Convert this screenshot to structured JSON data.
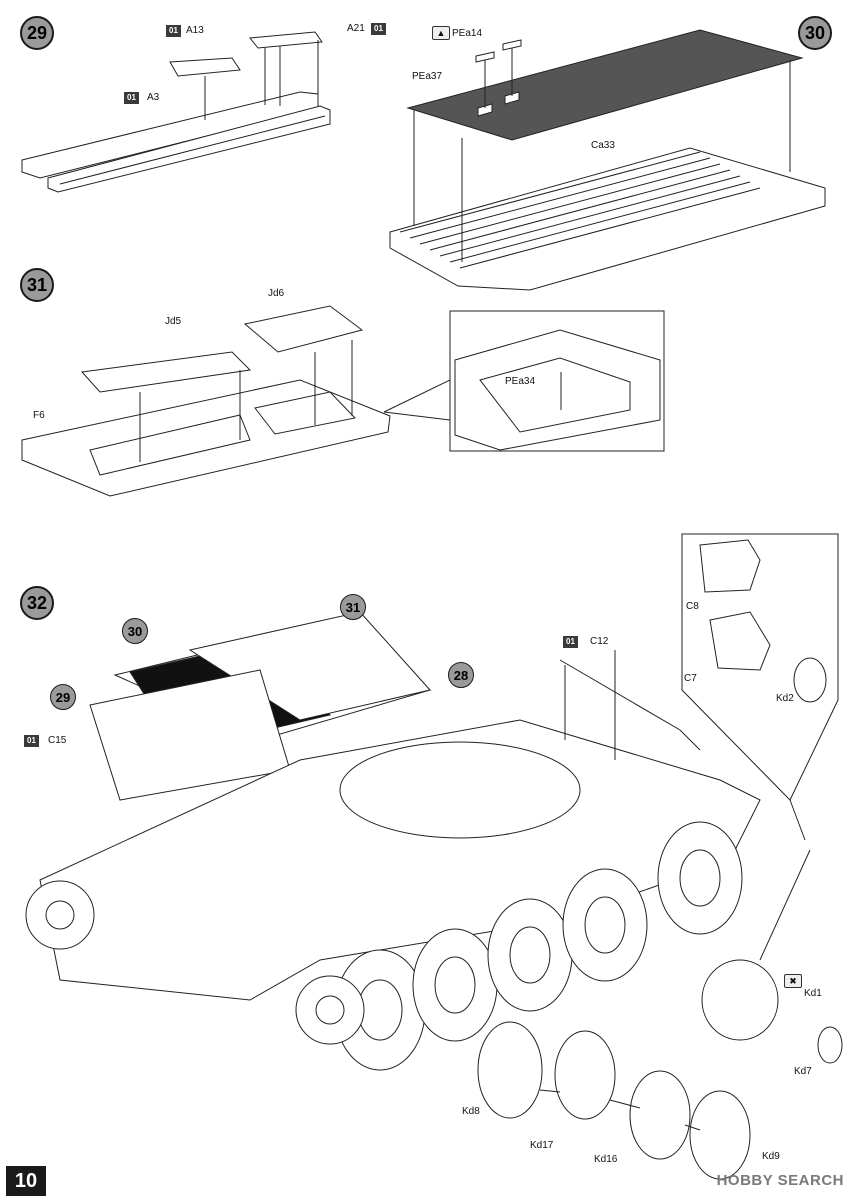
{
  "page": {
    "number": "10"
  },
  "watermark": {
    "text": "HOBBY SEARCH"
  },
  "steps": [
    {
      "id": "29"
    },
    {
      "id": "30"
    },
    {
      "id": "31"
    },
    {
      "id": "32"
    }
  ],
  "step29": {
    "labels": {
      "a13": "A13",
      "a21": "A21",
      "a3": "A3"
    },
    "sprue": "01"
  },
  "step30": {
    "labels": {
      "pea14": "PEa14",
      "pea37": "PEa37",
      "ca33": "Ca33"
    }
  },
  "step31": {
    "labels": {
      "jd5": "Jd5",
      "jd6": "Jd6",
      "f6": "F6",
      "pea34": "PEa34"
    }
  },
  "step32": {
    "refs": {
      "r30": "30",
      "r31": "31",
      "r29": "29",
      "r28": "28"
    },
    "labels": {
      "c15": "C15",
      "c12": "C12",
      "c8": "C8",
      "c7": "C7",
      "kd2": "Kd2",
      "kd1": "Kd1",
      "kd7": "Kd7",
      "kd8": "Kd8",
      "kd17": "Kd17",
      "kd16": "Kd16",
      "kd9": "Kd9"
    },
    "sprue": "01"
  },
  "icons": {
    "photo_etch": "pe-part-icon",
    "remove": "remove-part-icon"
  }
}
